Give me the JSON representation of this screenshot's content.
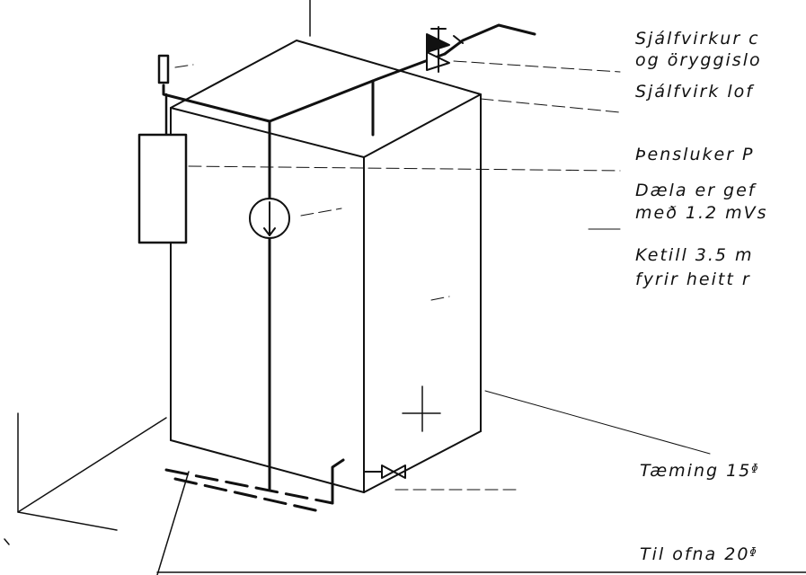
{
  "labels": {
    "valve_line1": "Sjálfvirkur c",
    "valve_line2": "og öryggislo",
    "air_vent": "Sjálfvirk lof",
    "expansion": "Þensluker P",
    "pump_line1": "Dæla er gef",
    "pump_line2": "með 1.2 mVs",
    "boiler_line1": "Ketill 3.5 m",
    "boiler_line2": "fyrir heitt r",
    "drain": "Tæming 15ᶲ",
    "radiators": "Til ofna 20ᶲ"
  }
}
